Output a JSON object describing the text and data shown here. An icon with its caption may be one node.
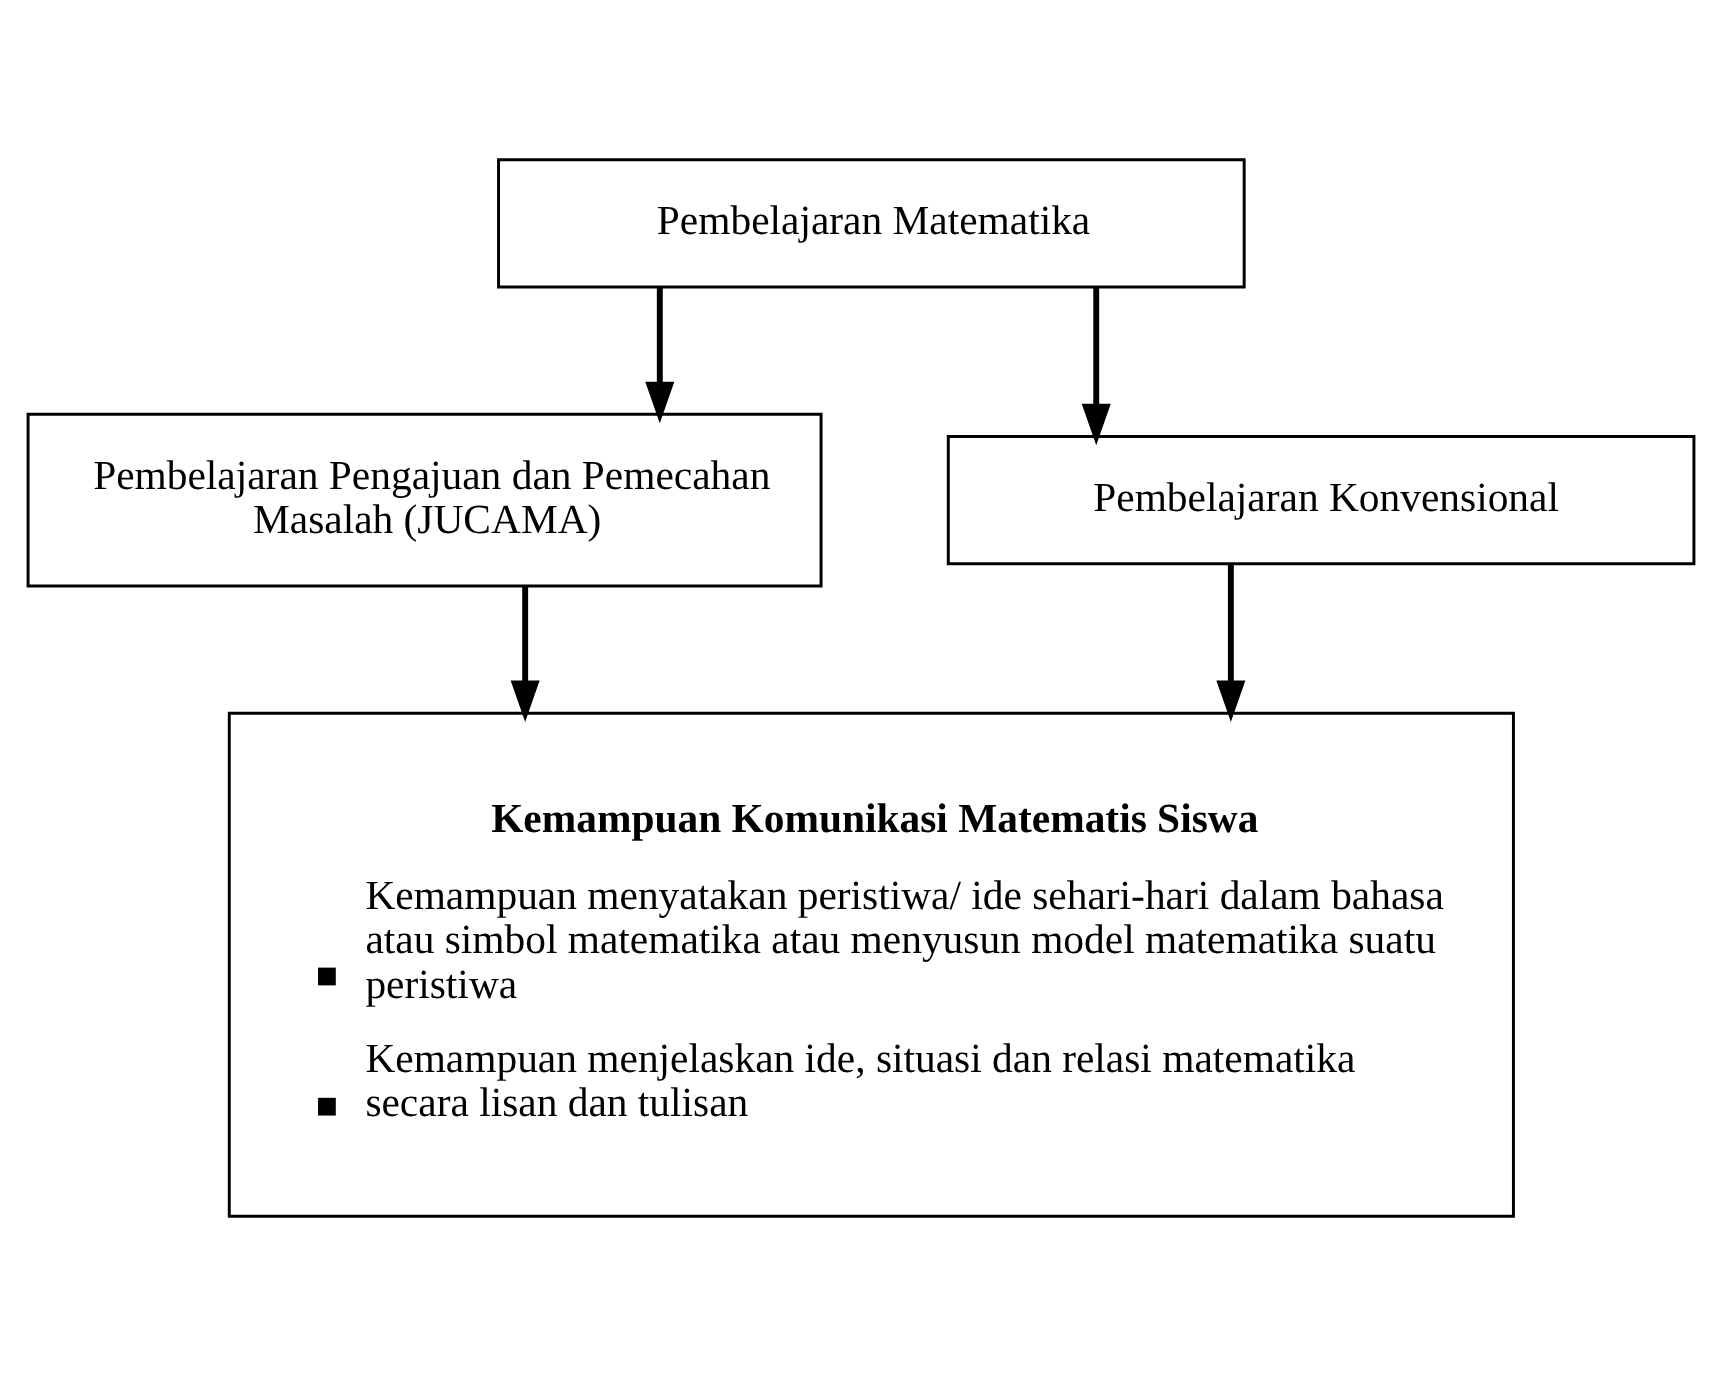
{
  "diagram": {
    "nodes": [
      {
        "text": [
          "Pembelajaran Matematika"
        ]
      },
      {
        "text": [
          "Pembelajaran Pengajuan dan Pemecahan Masalah (JUCAMA)"
        ]
      },
      {
        "text": [
          "Pembelajaran Konvensional"
        ]
      },
      {
        "text": [
          "Kemampuan Komunikasi Matematis Siswa",
          "Kemampuan menyatakan peristiwa/ ide sehari-hari dalam bahasa atau simbol matematika atau menyusun model matematika suatu peristiwa",
          "Kemampuan menjelaskan ide, situasi dan relasi matematika secara lisan dan tulisan"
        ]
      }
    ],
    "edges": [
      {
        "from": 0,
        "to": 1,
        "arrow": "to"
      },
      {
        "from": 0,
        "to": 2,
        "arrow": "to"
      },
      {
        "from": 1,
        "to": 3,
        "arrow": "to"
      },
      {
        "from": 2,
        "to": 3,
        "arrow": "to"
      }
    ]
  }
}
